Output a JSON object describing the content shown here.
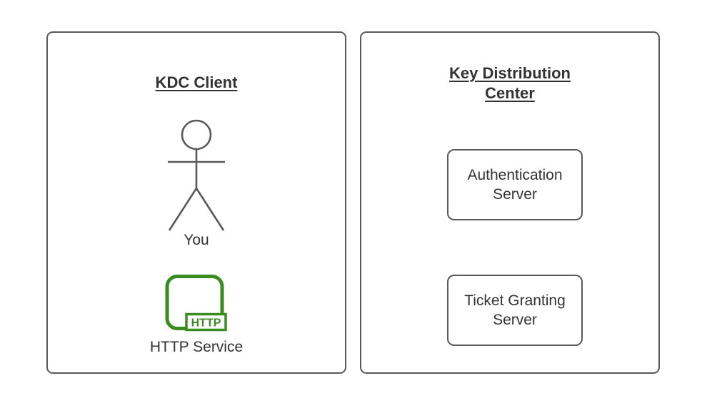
{
  "diagram": {
    "left_panel": {
      "title": "KDC Client",
      "actor": {
        "icon": "stick-figure-actor-icon",
        "label": "You"
      },
      "service": {
        "icon": "http-service-icon",
        "icon_text": "HTTP",
        "label": "HTTP Service"
      }
    },
    "right_panel": {
      "title": "Key Distribution Center",
      "servers": [
        {
          "label": "Authentication Server"
        },
        {
          "label": "Ticket Granting Server"
        }
      ]
    },
    "colors": {
      "outline_gray": "#595959",
      "text_dark": "#333333",
      "http_green": "#3a8c20",
      "background": "#ffffff"
    }
  }
}
